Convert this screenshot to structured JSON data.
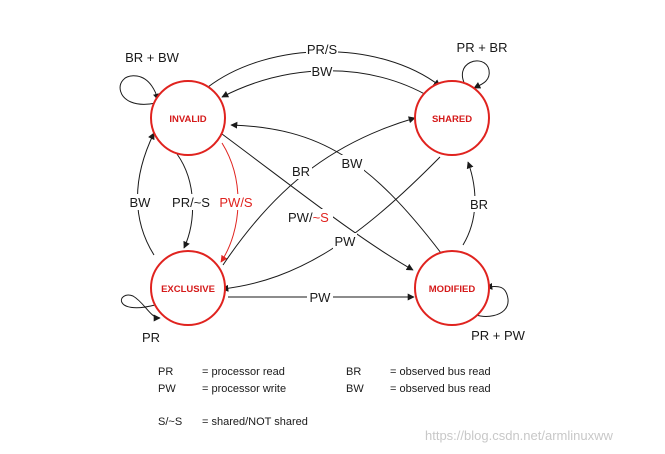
{
  "states": {
    "invalid": "INVALID",
    "shared": "SHARED",
    "exclusive": "EXCLUSIVE",
    "modified": "MODIFIED"
  },
  "transitions": {
    "invalid_to_shared": "PR/S",
    "shared_to_invalid": "BW",
    "invalid_self": "BR + BW",
    "shared_self": "PR + BR",
    "exclusive_self": "PR",
    "modified_self": "PR + PW",
    "exclusive_to_invalid": "BW",
    "invalid_to_exclusive": "PR/~S",
    "invalid_to_exclusive_write": "PW/S",
    "invalid_to_modified_prefix": "PW/",
    "invalid_to_modified_suffix": "~S",
    "modified_to_invalid": "BW",
    "exclusive_to_shared": "BR",
    "modified_to_exclusive": "PW",
    "modified_to_shared": "BR",
    "exclusive_to_modified": "PW"
  },
  "legend": {
    "rows": [
      {
        "a1": "PR",
        "d1": "= processor read",
        "a2": "BR",
        "d2": "= observed bus read"
      },
      {
        "a1": "PW",
        "d1": "= processor write",
        "a2": "BW",
        "d2": "= observed bus read"
      },
      {
        "a1": "S/~S",
        "d1": "= shared/NOT shared"
      }
    ]
  },
  "watermark": "https://blog.csdn.net/armlinuxww",
  "colors": {
    "state_outline": "#e0231f",
    "state_text": "#d51a1a",
    "edge": "#1a1a1a",
    "highlight": "#e0231f"
  }
}
